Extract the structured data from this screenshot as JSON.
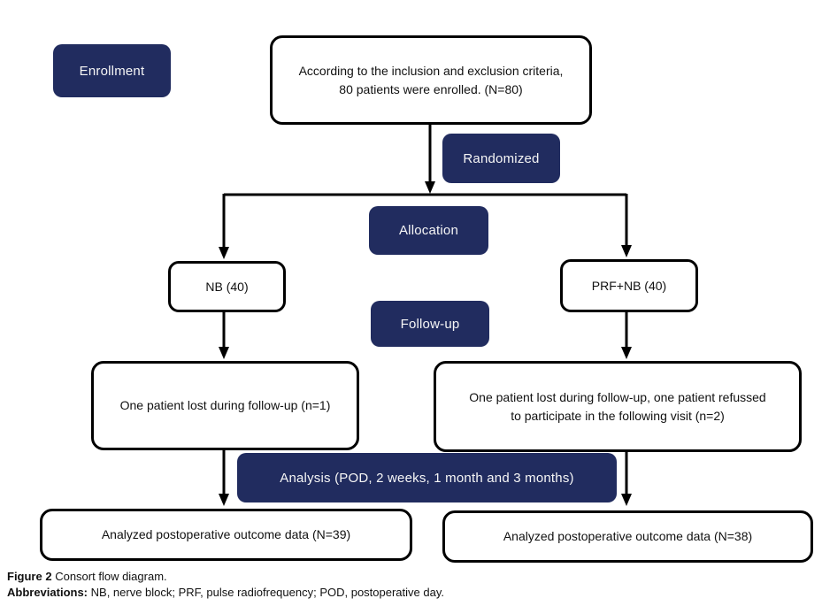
{
  "figure": {
    "stages": {
      "enrollment": "Enrollment",
      "randomized": "Randomized",
      "allocation": "Allocation",
      "follow_up": "Follow-up",
      "analysis": "Analysis (POD, 2 weeks, 1 month and 3 months)"
    },
    "nodes": {
      "enrolled": "According to the inclusion and exclusion criteria, 80 patients were enrolled. (N=80)",
      "arm_nb": "NB (40)",
      "arm_prf_nb": "PRF+NB (40)",
      "loss_nb": "One patient lost during follow-up (n=1)",
      "loss_prf_nb": "One patient lost during follow-up, one patient refussed to participate in the following visit (n=2)",
      "analyzed_nb": "Analyzed postoperative outcome data (N=39)",
      "analyzed_prf_nb": "Analyzed postoperative outcome data (N=38)"
    },
    "caption": {
      "label": "Figure 2",
      "text": "Consort flow diagram.",
      "abbreviations_label": "Abbreviations:",
      "abbreviations_text": "NB, nerve block; PRF, pulse radiofrequency; POD, postoperative day."
    },
    "colors": {
      "stage_fill": "#212c5f",
      "stage_text": "#ffffff",
      "node_border": "#000000",
      "node_fill": "#ffffff",
      "arrow": "#000000",
      "background": "#ffffff"
    }
  }
}
